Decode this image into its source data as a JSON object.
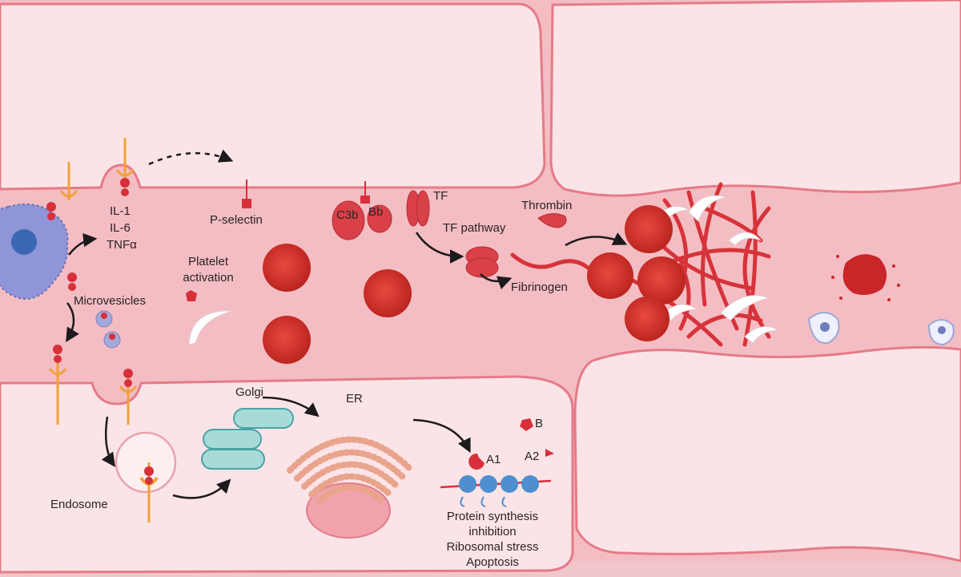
{
  "colors": {
    "lumen": "#f3bdc3",
    "cell": "#fbe4e7",
    "membrane": "#e57b87",
    "rbc": "#d9342b",
    "fibrin": "#d7333a",
    "golgi": "#a8dbd8",
    "ribosome": "#4f8fcf",
    "monocyte": "#8f95d6"
  },
  "labels": {
    "cytokines": [
      "IL-1",
      "IL-6",
      "TNFα"
    ],
    "microvesicles": "Microvesicles",
    "p_selectin": "P-selectin",
    "platelet_activation": [
      "Platelet",
      "activation"
    ],
    "c3b": "C3b",
    "bb": "Bb",
    "tf": "TF",
    "tf_pathway": "TF pathway",
    "thrombin": "Thrombin",
    "fibrinogen": "Fibrinogen",
    "golgi": "Golgi",
    "er": "ER",
    "endosome": "Endosome",
    "b_subunit": "B",
    "a1": "A1",
    "a2": "A2",
    "outcomes": [
      "Protein synthesis",
      "inhibition",
      "Ribosomal stress",
      "Apoptosis"
    ]
  }
}
